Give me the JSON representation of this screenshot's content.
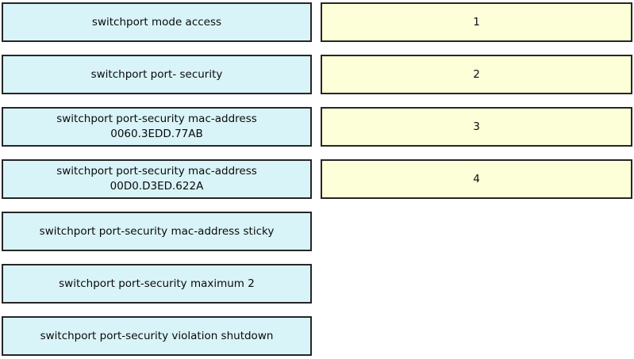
{
  "colors": {
    "background": "#ffffff",
    "command_fill": "#d9f4f8",
    "target_fill": "#fdffd8",
    "border": "#262626",
    "text": "#0a0a0a"
  },
  "commands": [
    {
      "line1": "switchport mode access",
      "line2": ""
    },
    {
      "line1": "switchport port- security",
      "line2": ""
    },
    {
      "line1": "switchport port-security mac-address",
      "line2": "0060.3EDD.77AB"
    },
    {
      "line1": "switchport port-security mac-address",
      "line2": "00D0.D3ED.622A"
    },
    {
      "line1": "switchport port-security mac-address sticky",
      "line2": ""
    },
    {
      "line1": "switchport port-security maximum 2",
      "line2": ""
    },
    {
      "line1": "switchport port-security violation shutdown",
      "line2": ""
    }
  ],
  "targets": [
    {
      "label": "1"
    },
    {
      "label": "2"
    },
    {
      "label": "3"
    },
    {
      "label": "4"
    }
  ]
}
